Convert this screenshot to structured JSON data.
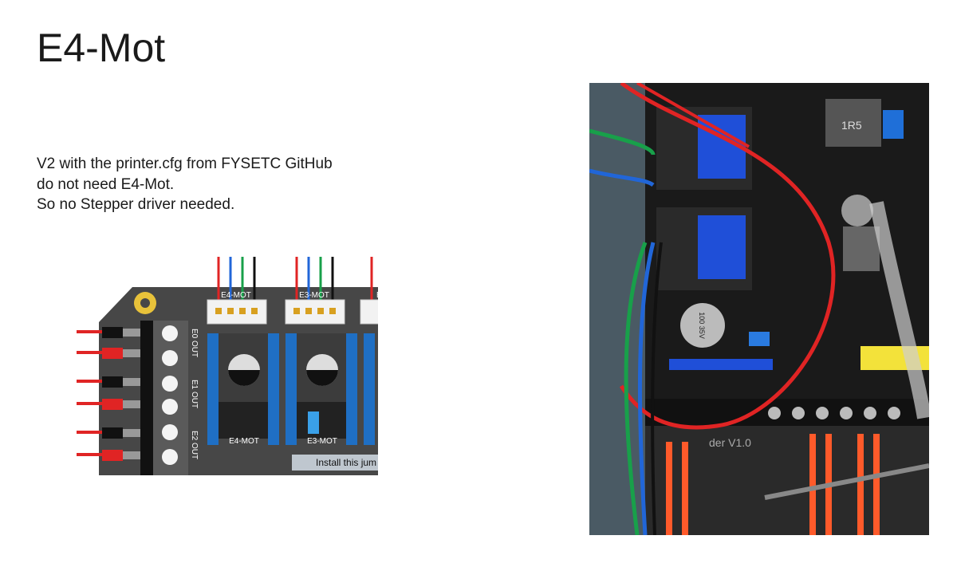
{
  "slide": {
    "title": "E4-Mot",
    "body_lines": [
      "V2 with the printer.cfg from FYSETC GitHub",
      "do not need E4-Mot.",
      "So no Stepper driver needed."
    ]
  },
  "board_diagram": {
    "connector_labels": [
      "E4-MOT",
      "E3-MOT",
      "E"
    ],
    "slot_labels": [
      "E4-MOT",
      "E3-MOT"
    ],
    "output_labels": [
      "E0 OUT",
      "E1 OUT",
      "E2 OUT"
    ],
    "callout": "Install this jum",
    "colors": {
      "board": "#474747",
      "header_blue": "#1f6fc4",
      "wire_red": "#e02424",
      "wire_blue": "#2166d8",
      "wire_green": "#18a04a",
      "wire_black": "#111111"
    }
  },
  "photo": {
    "board_label": "der V1.0",
    "chip_label": "1R5",
    "cap_label": "100 35V"
  }
}
